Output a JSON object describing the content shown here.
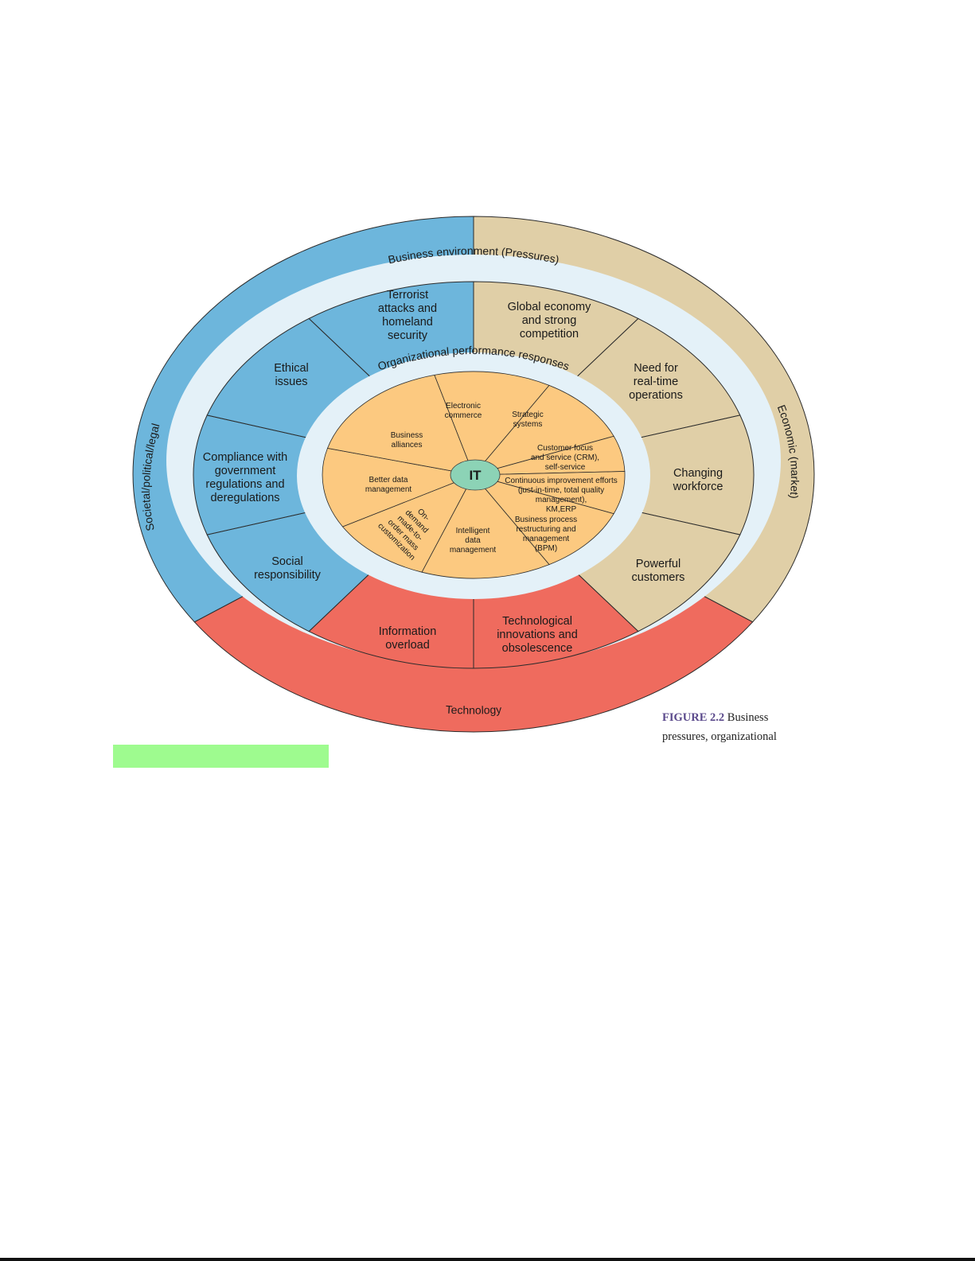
{
  "diagram": {
    "outer_ring_labels": {
      "societal": "Societal/political/legal",
      "economic": "Economic (market)",
      "technology": "Technology"
    },
    "band_labels": {
      "pressures": "Business environment (Pressures)",
      "responses": "Organizational performance responses"
    },
    "pressures": [
      {
        "id": "terrorist",
        "lines": [
          "Terrorist",
          "attacks and",
          "homeland",
          "security"
        ]
      },
      {
        "id": "global-economy",
        "lines": [
          "Global economy",
          "and strong",
          "competition"
        ]
      },
      {
        "id": "real-time",
        "lines": [
          "Need for",
          "real-time",
          "operations"
        ]
      },
      {
        "id": "workforce",
        "lines": [
          "Changing",
          "workforce"
        ]
      },
      {
        "id": "customers",
        "lines": [
          "Powerful",
          "customers"
        ]
      },
      {
        "id": "tech-innovations",
        "lines": [
          "Technological",
          "innovations and",
          "obsolescence"
        ]
      },
      {
        "id": "info-overload",
        "lines": [
          "Information",
          "overload"
        ]
      },
      {
        "id": "social",
        "lines": [
          "Social",
          "responsibility"
        ]
      },
      {
        "id": "compliance",
        "lines": [
          "Compliance with",
          "government",
          "regulations and",
          "deregulations"
        ]
      },
      {
        "id": "ethical",
        "lines": [
          "Ethical",
          "issues"
        ]
      }
    ],
    "responses": [
      {
        "id": "ecommerce",
        "lines": [
          "Electronic",
          "commerce"
        ]
      },
      {
        "id": "strategic",
        "lines": [
          "Strategic",
          "systems"
        ]
      },
      {
        "id": "crm",
        "lines": [
          "Customer focus",
          "and service (CRM),",
          "self-service"
        ]
      },
      {
        "id": "continuous",
        "lines": [
          "Continuous improvement efforts",
          "(just-in-time, total quality",
          "management),",
          "KM,ERP"
        ]
      },
      {
        "id": "bpm",
        "lines": [
          "Business process",
          "restructuring and",
          "management",
          "(BPM)"
        ]
      },
      {
        "id": "intelligent",
        "lines": [
          "Intelligent",
          "data",
          "management"
        ]
      },
      {
        "id": "on-demand",
        "lines": [
          "On-",
          "demand",
          "made-to-",
          "order mass",
          "customization"
        ]
      },
      {
        "id": "better-data",
        "lines": [
          "Better data",
          "management"
        ]
      },
      {
        "id": "alliances",
        "lines": [
          "Business",
          "alliances"
        ]
      }
    ],
    "center": "IT",
    "colors": {
      "societal": "#6db6dc",
      "economic": "#e0cfa7",
      "technology": "#ef6b5e",
      "band": "#e4f1f8",
      "responses": "#fcc980",
      "it": "#8cd3b6"
    }
  },
  "caption": {
    "figure_label": "FIGURE 2.2",
    "text": "Business pressures, organizational"
  }
}
